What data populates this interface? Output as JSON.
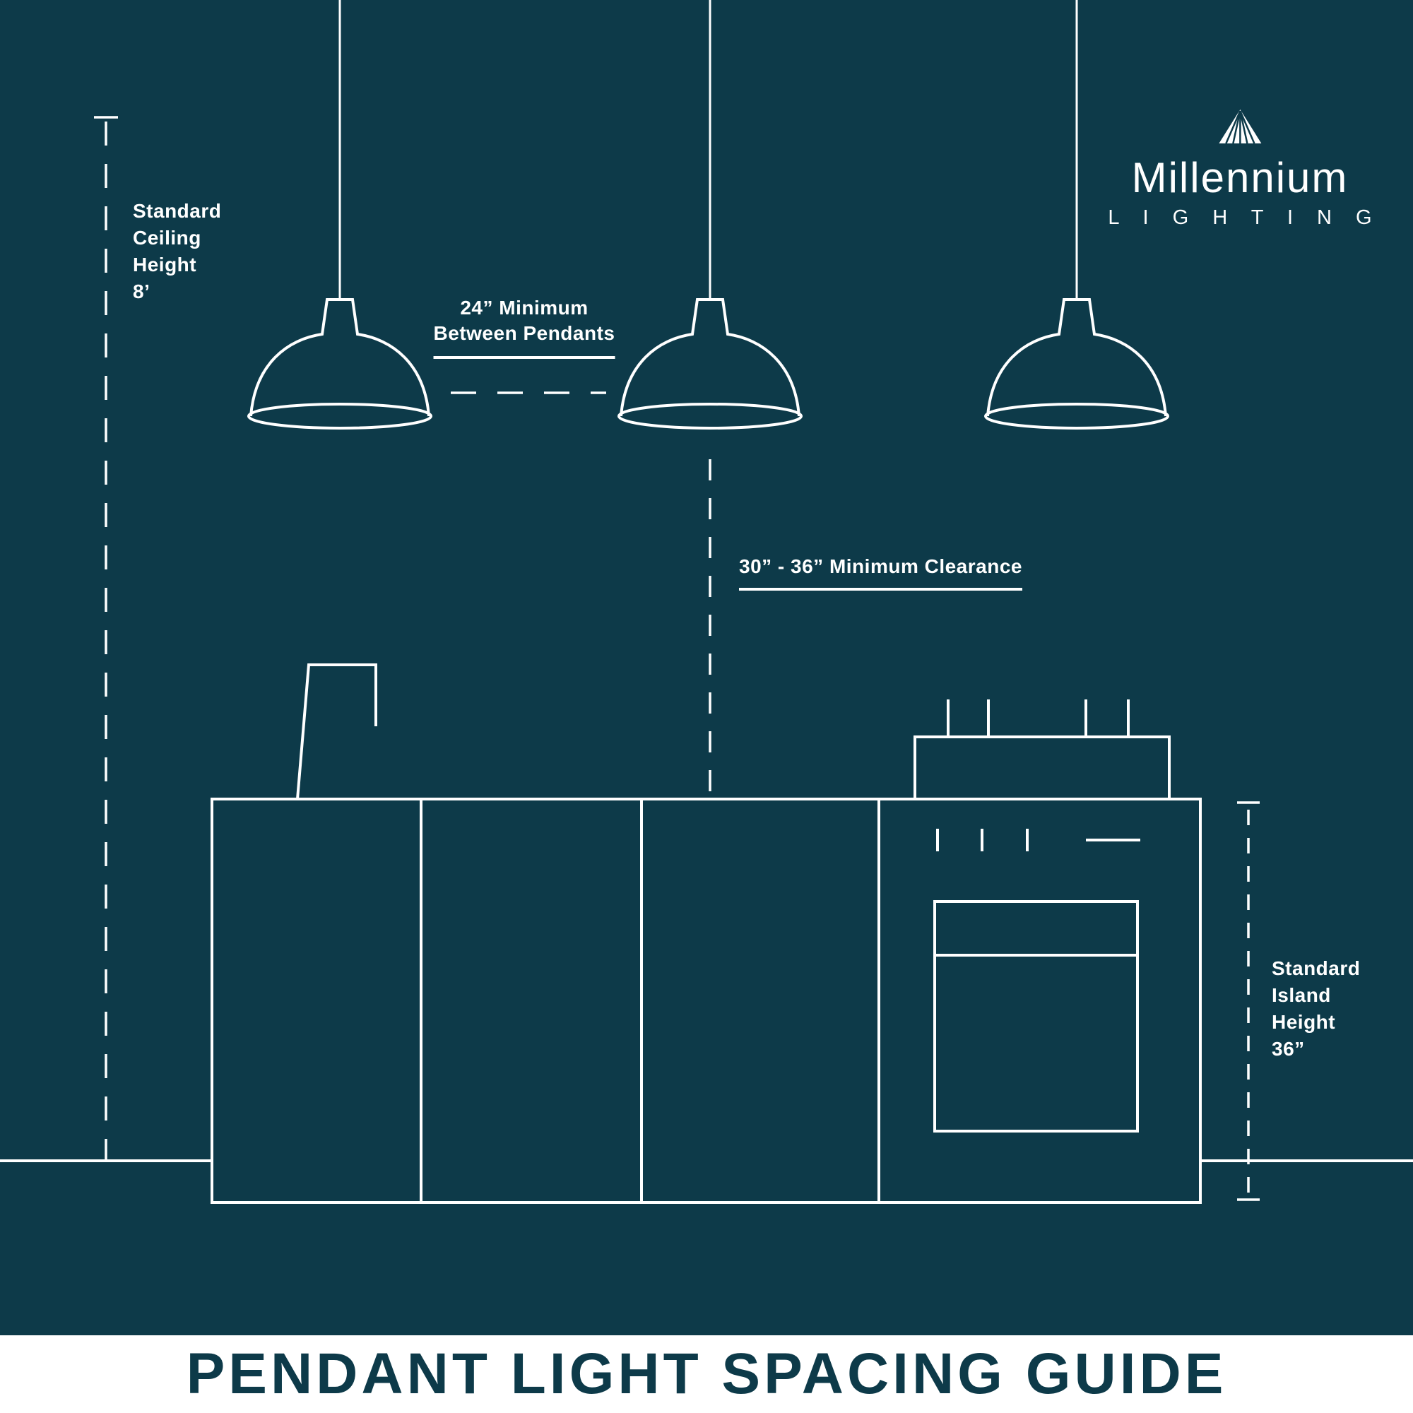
{
  "colors": {
    "background": "#0d3a49",
    "line_art": "#ffffff",
    "footer_background": "#ffffff",
    "footer_text": "#0d3a49"
  },
  "logo": {
    "icon": "millennium-lamp-triangle-icon",
    "brand": "Millennium",
    "subtitle": "L I G H T I N G"
  },
  "annotations": {
    "ceiling_height_label": "Standard\nCeiling\nHeight\n8’",
    "pendant_spacing_label": "24” Minimum\nBetween Pendants",
    "clearance_label": "30” - 36” Minimum Clearance",
    "island_height_label": "Standard\nIsland\nHeight\n36”"
  },
  "measurements": {
    "ceiling_height": "8’",
    "min_between_pendants": "24”",
    "min_clearance": "30” - 36”",
    "island_height": "36”"
  },
  "footer": {
    "title": "PENDANT LIGHT SPACING GUIDE"
  }
}
